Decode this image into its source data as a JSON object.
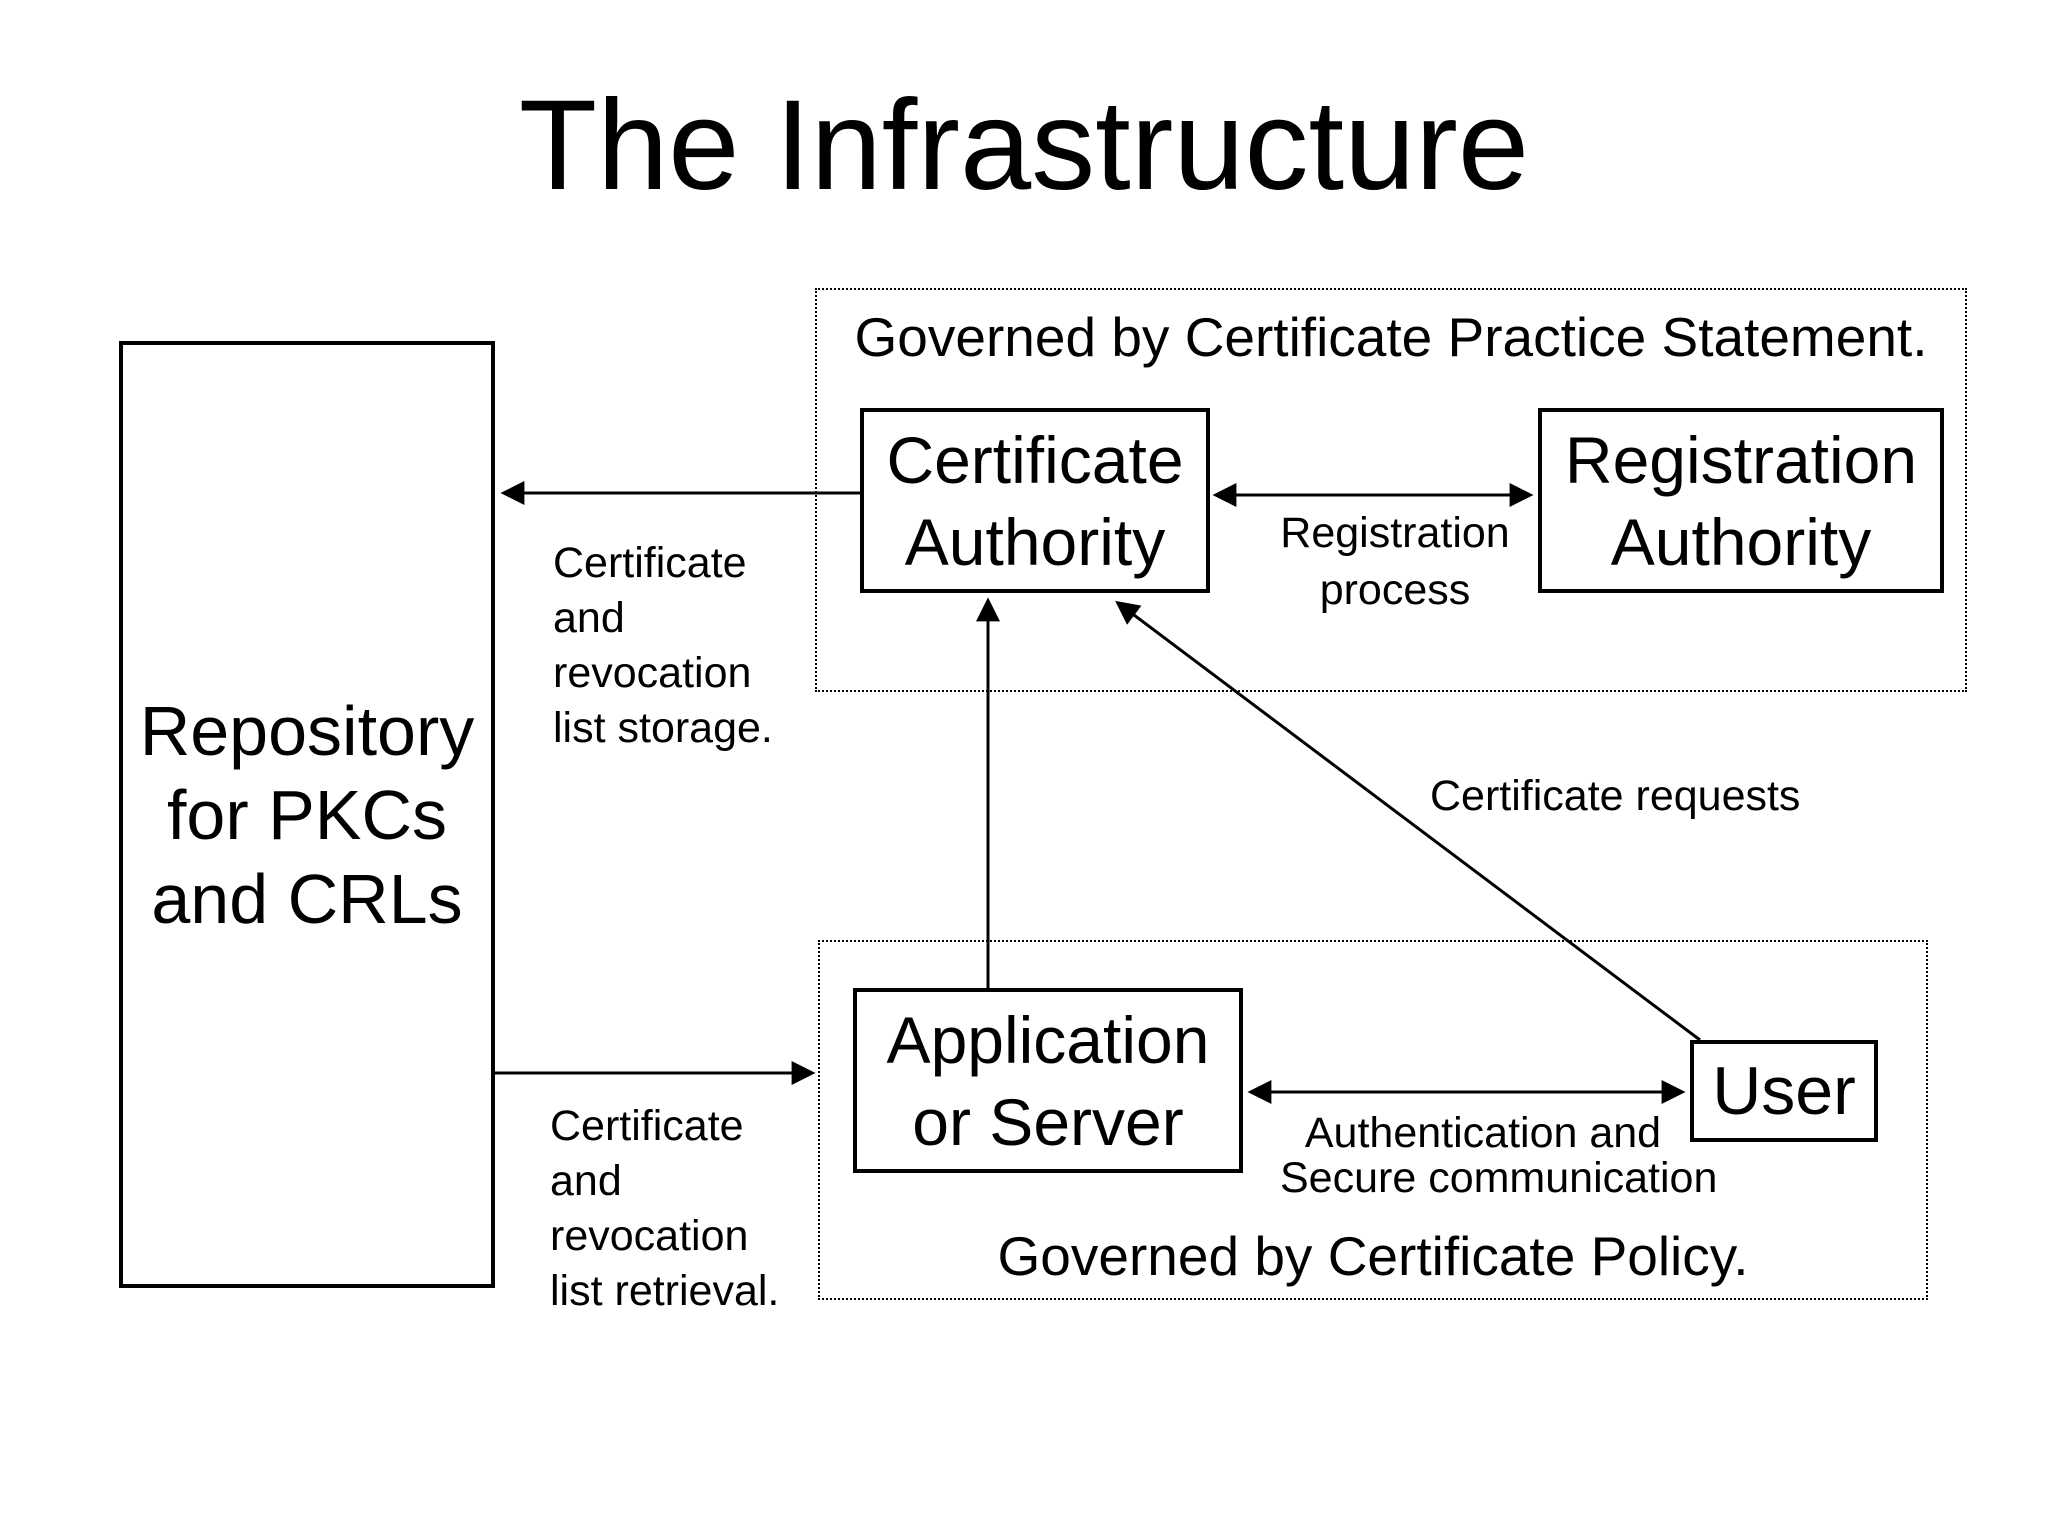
{
  "title": "The Infrastructure",
  "colors": {
    "background": "#ffffff",
    "ink": "#000000"
  },
  "groups": {
    "practice_statement": {
      "caption": "Governed by Certificate Practice Statement."
    },
    "certificate_policy": {
      "caption": "Governed by Certificate Policy."
    }
  },
  "nodes": {
    "repository": {
      "lines": [
        "Repository",
        "for PKCs",
        "and CRLs"
      ]
    },
    "certificate_authority": {
      "lines": [
        "Certificate",
        "Authority"
      ]
    },
    "registration_authority": {
      "lines": [
        "Registration",
        "Authority"
      ]
    },
    "application_or_server": {
      "lines": [
        "Application",
        "or Server"
      ]
    },
    "user": {
      "lines": [
        "User"
      ]
    }
  },
  "edges": {
    "registration_process": {
      "label_lines": [
        "Registration",
        "process"
      ]
    },
    "storage": {
      "label_lines": [
        "Certificate",
        "and",
        "revocation",
        "list storage."
      ]
    },
    "retrieval": {
      "label_lines": [
        "Certificate",
        "and",
        "revocation",
        "list retrieval."
      ]
    },
    "certificate_requests": {
      "label": "Certificate requests"
    },
    "authentication": {
      "label_lines": [
        "Authentication and",
        "Secure communication"
      ]
    }
  }
}
